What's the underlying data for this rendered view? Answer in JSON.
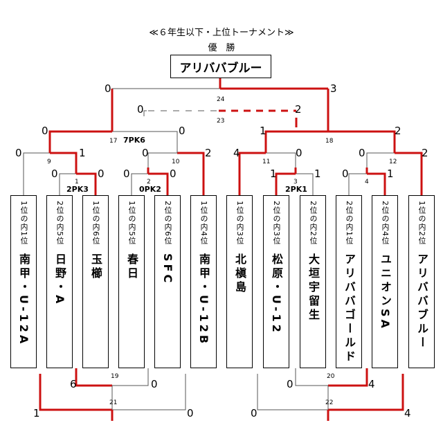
{
  "header": {
    "title": "≪６年生以下・上位トーナメント≫",
    "champion_label": "優　勝",
    "champion": "アリババブルー"
  },
  "teams": [
    {
      "rank": "1位の内1位",
      "name": "南甲・U-12A"
    },
    {
      "rank": "2位の内5位",
      "name": "日野・A"
    },
    {
      "rank": "1位の内6位",
      "name": "玉櫛"
    },
    {
      "rank": "1位の内5位",
      "name": "春日"
    },
    {
      "rank": "2位の内6位",
      "name": "SFC"
    },
    {
      "rank": "1位の内4位",
      "name": "南甲・U-12B"
    },
    {
      "rank": "1位の内3位",
      "name": "北槇島"
    },
    {
      "rank": "2位の内3位",
      "name": "松原・U-12"
    },
    {
      "rank": "2位の内2位",
      "name": "大垣宇留生"
    },
    {
      "rank": "2位の内1位",
      "name": "アリババゴールド"
    },
    {
      "rank": "2位の内4位",
      "name": "ユニオンSA"
    },
    {
      "rank": "1位の内2位",
      "name": "アリババブルー"
    }
  ],
  "match_numbers": [
    "1",
    "2",
    "3",
    "4",
    "9",
    "10",
    "11",
    "12",
    "17",
    "18",
    "19",
    "20",
    "21",
    "22",
    "23",
    "24"
  ],
  "scores": {
    "m1": [
      "0",
      "0"
    ],
    "m2": [
      "0",
      "0"
    ],
    "m3": [
      "1",
      "1"
    ],
    "m4": [
      "0",
      "1"
    ],
    "m9": [
      "0",
      "1"
    ],
    "m10": [
      "0",
      "2"
    ],
    "m11": [
      "4",
      "0"
    ],
    "m12": [
      "0",
      "2"
    ],
    "m17": [
      "0",
      "0"
    ],
    "m18": [
      "1",
      "2"
    ],
    "m19": [
      "6",
      "0"
    ],
    "m20": [
      "0",
      "4"
    ],
    "m21": [
      "1",
      "0"
    ],
    "m22": [
      "0",
      "4"
    ],
    "m23": [
      "0",
      "2"
    ],
    "m24": [
      "0",
      "3"
    ]
  },
  "pk_labels": {
    "m1": "2PK3",
    "m2": "0PK2",
    "m3": "2PK1",
    "m17": "7PK6"
  },
  "colors": {
    "winner_line": "#cc1111",
    "line": "#555555"
  }
}
